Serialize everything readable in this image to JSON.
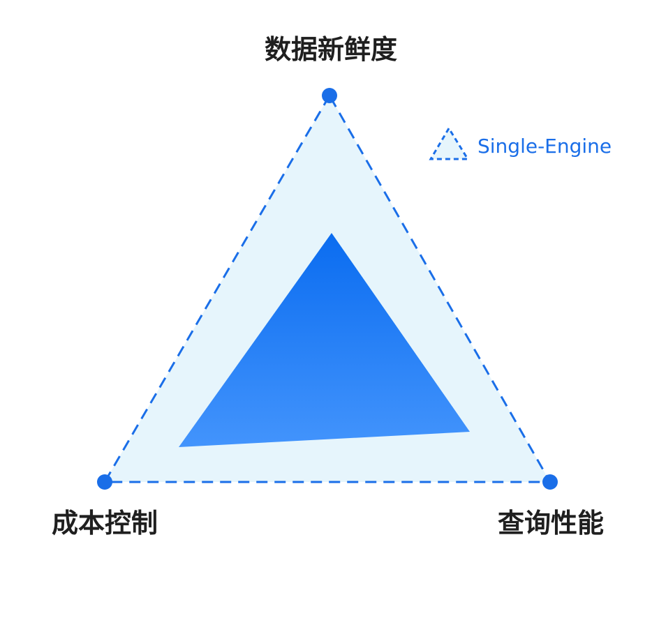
{
  "diagram": {
    "vertices": {
      "top": "数据新鲜度",
      "bottom_left": "成本控制",
      "bottom_right": "查询性能"
    },
    "legend": {
      "label": "Single-Engine",
      "icon": "dashed-triangle-icon"
    }
  },
  "colors": {
    "outer_fill": "#e6f5fc",
    "outer_stroke": "#1a6ee8",
    "vertex_dot": "#1a6ee8",
    "inner_gradient_top": "#0a6cf0",
    "inner_gradient_bottom": "#4394fc",
    "label_text": "#1f1f1f",
    "legend_text": "#1a6ee8"
  }
}
